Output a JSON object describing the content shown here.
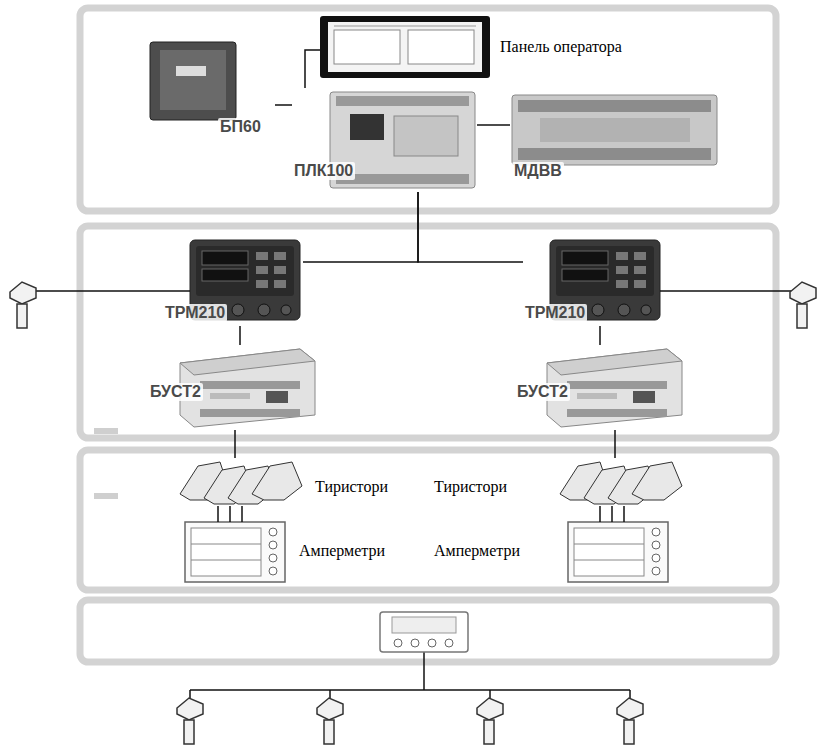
{
  "diagram": {
    "nodes": [
      {
        "text": [
          "БП60"
        ]
      },
      {
        "text": [
          "Панель оператора"
        ]
      },
      {
        "text": [
          "ПЛК100"
        ]
      },
      {
        "text": [
          "МДВВ"
        ]
      },
      {
        "text": [
          "ТРМ210"
        ]
      },
      {
        "text": [
          "ТРМ210"
        ]
      },
      {
        "text": [
          "БУСТ2"
        ]
      },
      {
        "text": [
          "БУСТ2"
        ]
      },
      {
        "text": [
          "Тиристори"
        ]
      },
      {
        "text": [
          "Тиристори"
        ]
      },
      {
        "text": [
          "Амперметри"
        ]
      },
      {
        "text": [
          "Амперметри"
        ]
      }
    ],
    "edges": [
      {
        "from": 0,
        "to": 2,
        "arrow": "none"
      },
      {
        "from": 1,
        "to": 2,
        "arrow": "none"
      },
      {
        "from": 2,
        "to": 3,
        "arrow": "none"
      },
      {
        "from": 2,
        "to": 4,
        "arrow": "none"
      },
      {
        "from": 2,
        "to": 5,
        "arrow": "none"
      },
      {
        "from": 4,
        "to": 6,
        "arrow": "none"
      },
      {
        "from": 5,
        "to": 7,
        "arrow": "none"
      },
      {
        "from": 6,
        "to": 8,
        "arrow": "none"
      },
      {
        "from": 7,
        "to": 9,
        "arrow": "none"
      },
      {
        "from": 8,
        "to": 10,
        "arrow": "none"
      },
      {
        "from": 8,
        "to": 10,
        "arrow": "none"
      },
      {
        "from": 8,
        "to": 10,
        "arrow": "none"
      },
      {
        "from": 9,
        "to": 11,
        "arrow": "none"
      },
      {
        "from": 9,
        "to": 11,
        "arrow": "none"
      },
      {
        "from": 9,
        "to": 11,
        "arrow": "none"
      }
    ]
  }
}
